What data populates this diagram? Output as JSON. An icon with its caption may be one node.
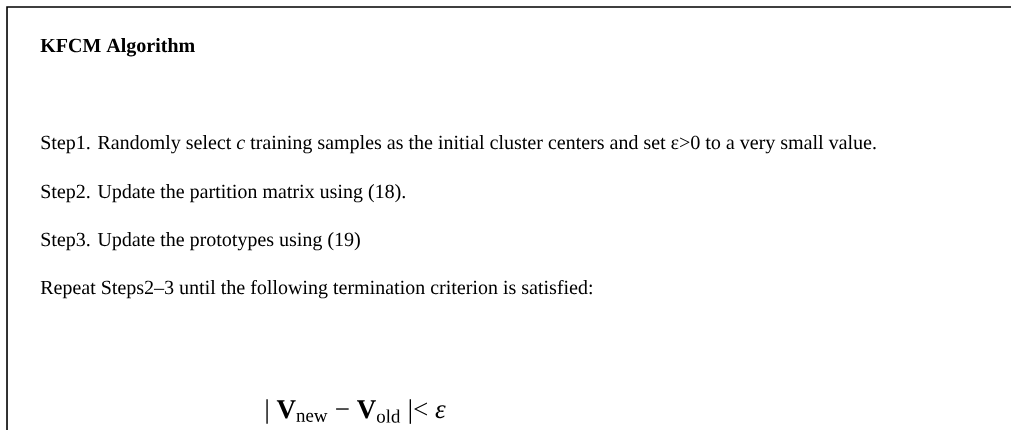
{
  "diagram": {
    "nodes": [
      {
        "text": [
          "KFCM Algorithm",
          "Step1. Randomly select *c* training samples as the initial cluster centers and set ε>0 to a very small value.",
          "Step2. Update the partition matrix using (18).",
          "Step3. Update the prototypes using (19)",
          "Repeat Steps2–3 until the following termination criterion is satisfied:",
          "| **V**$_{new}$ − **V**$_{old}$ |< *ε*"
        ]
      }
    ]
  }
}
